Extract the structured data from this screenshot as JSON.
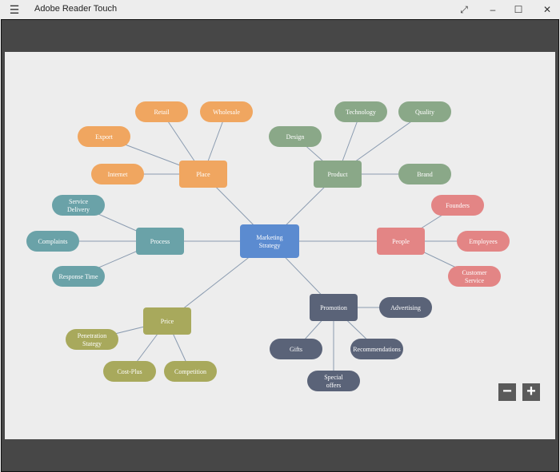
{
  "window": {
    "title": "Adobe Reader Touch",
    "menu_icon": "hamburger-icon",
    "buttons": [
      "expand-icon",
      "minimize-icon",
      "maximize-icon",
      "close-icon"
    ]
  },
  "mindmap": {
    "center": {
      "label": [
        "Marketing",
        "Strategy"
      ],
      "color": "#5b8bd0"
    },
    "branches": [
      {
        "label": "Place",
        "color": "#f0a660",
        "children": [
          "Retail",
          "Wholesale",
          "Export",
          "Internet"
        ]
      },
      {
        "label": "Product",
        "color": "#8aa888",
        "children": [
          "Design",
          "Technology",
          "Quality",
          "Brand"
        ]
      },
      {
        "label": "Process",
        "color": "#6aa2a8",
        "children": [
          "Service Delivery",
          "Complaints",
          "Response Time"
        ]
      },
      {
        "label": "People",
        "color": "#e38585",
        "children": [
          "Founders",
          "Employees",
          "Customer Service"
        ]
      },
      {
        "label": "Promotion",
        "color": "#5a6378",
        "children": [
          "Advertising",
          "Recommendations",
          "Gifts",
          "Special offers"
        ]
      },
      {
        "label": "Price",
        "color": "#a8a95c",
        "children": [
          "Penetration Stategy",
          "Cost-Plus",
          "Competition"
        ]
      }
    ]
  },
  "zoom": {
    "out_label": "−",
    "in_label": "+"
  }
}
